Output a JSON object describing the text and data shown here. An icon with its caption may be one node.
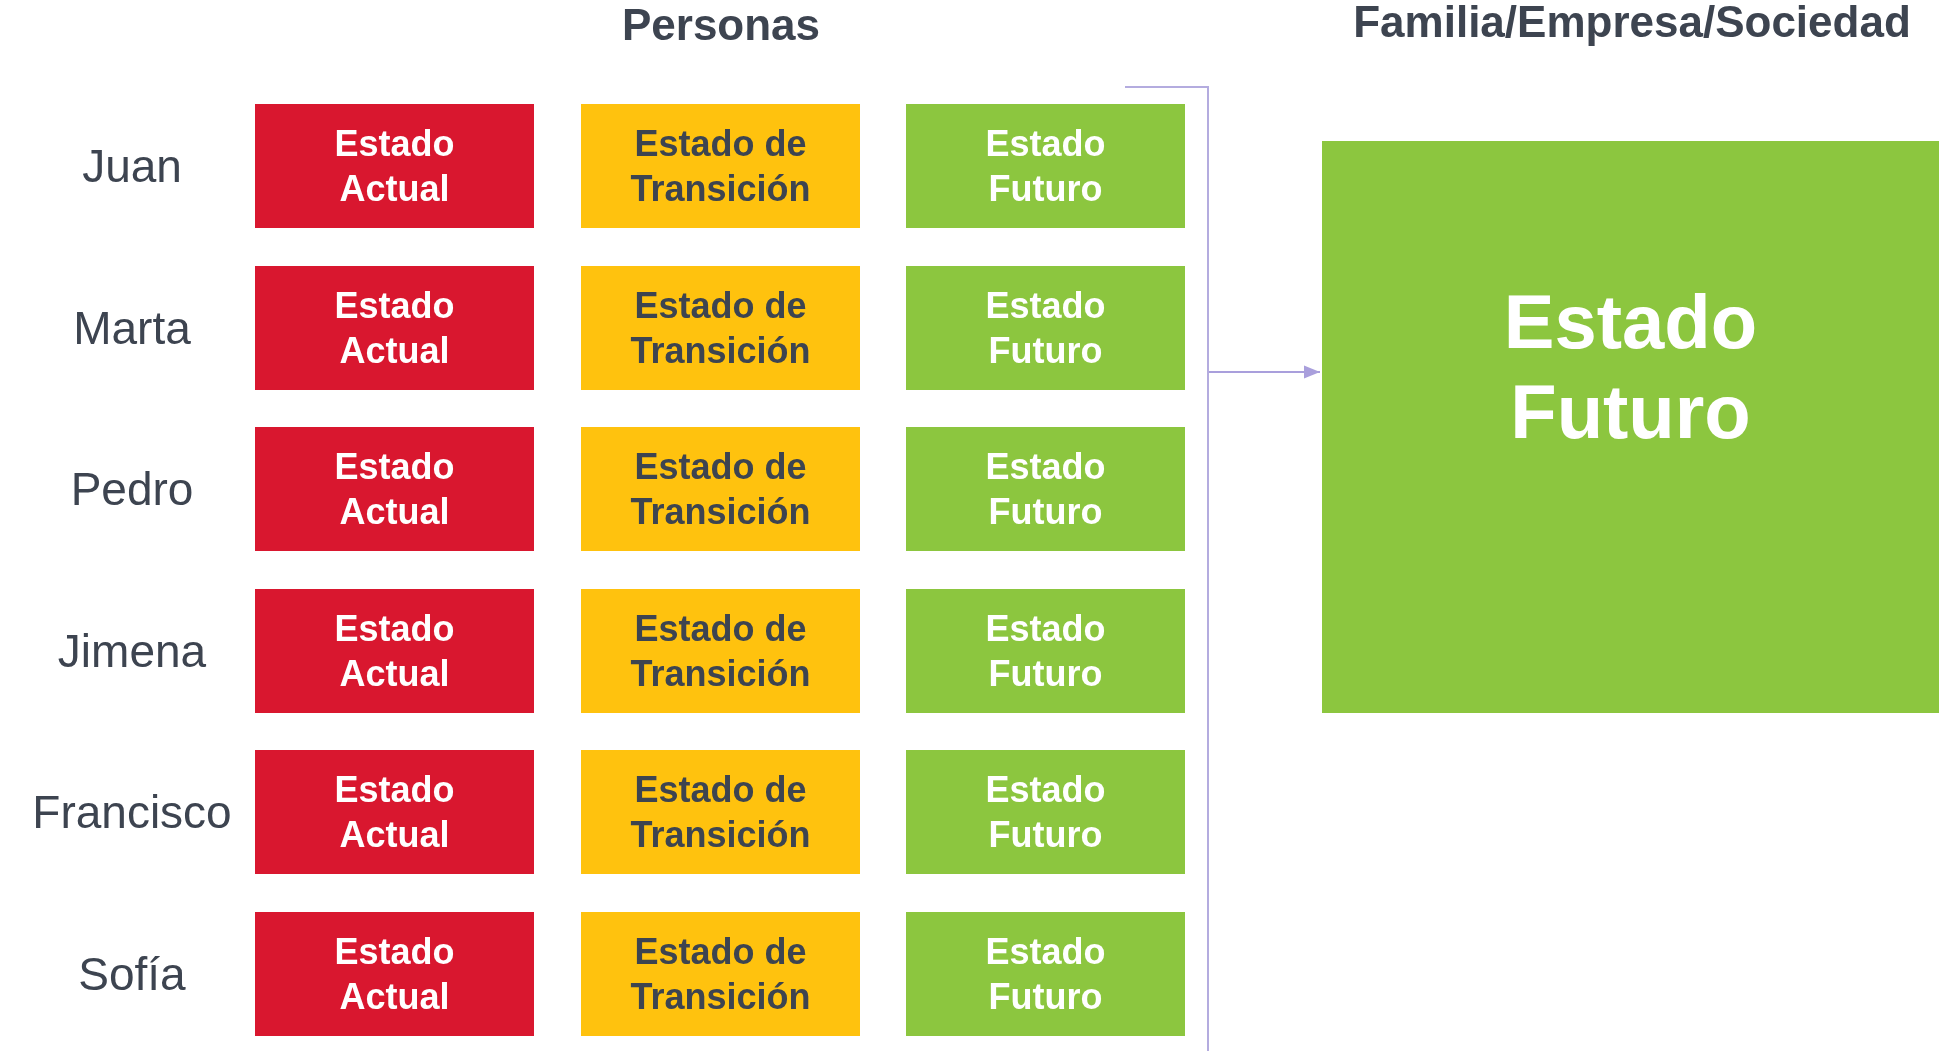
{
  "diagram": {
    "nodes": [
      {
        "text": [
          "Estado Actual"
        ]
      },
      {
        "text": [
          "Estado de Transición"
        ]
      },
      {
        "text": [
          "Estado Futuro"
        ]
      },
      {
        "text": [
          "Estado Actual"
        ]
      },
      {
        "text": [
          "Estado de Transición"
        ]
      },
      {
        "text": [
          "Estado Futuro"
        ]
      },
      {
        "text": [
          "Estado Actual"
        ]
      },
      {
        "text": [
          "Estado de Transición"
        ]
      },
      {
        "text": [
          "Estado Futuro"
        ]
      },
      {
        "text": [
          "Estado Actual"
        ]
      },
      {
        "text": [
          "Estado de Transición"
        ]
      },
      {
        "text": [
          "Estado Futuro"
        ]
      },
      {
        "text": [
          "Estado Actual"
        ]
      },
      {
        "text": [
          "Estado de Transición"
        ]
      },
      {
        "text": [
          "Estado Futuro"
        ]
      },
      {
        "text": [
          "Estado Actual"
        ]
      },
      {
        "text": [
          "Estado de Transición"
        ]
      },
      {
        "text": [
          "Estado Futuro"
        ]
      },
      {
        "text": [],
        "shape": "bracket"
      },
      {
        "text": [
          "Estado Futuro"
        ]
      }
    ],
    "edges": [
      {
        "from": 18,
        "to": 19,
        "arrow": "to"
      }
    ],
    "labels": [
      "Personas",
      "Familia/Empresa/Sociedad",
      "Juan",
      "Marta",
      "Pedro",
      "Jimena",
      "Francisco",
      "Sofía"
    ]
  }
}
